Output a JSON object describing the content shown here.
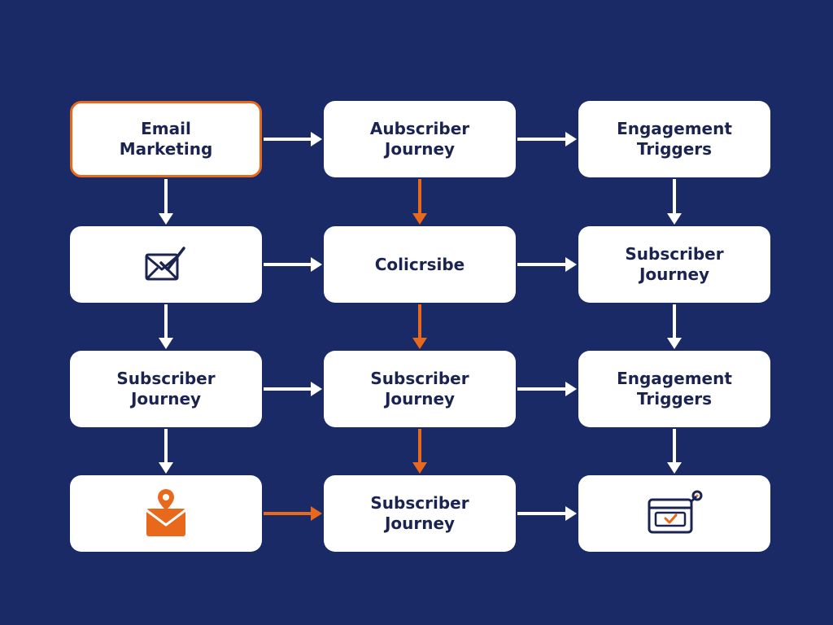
{
  "colors": {
    "background": "#1a2a66",
    "box": "#ffffff",
    "text": "#1b2450",
    "accent": "#e8681c",
    "arrow_default": "#ffffff"
  },
  "nodes": [
    {
      "label": "Email\nMarketing",
      "highlight": true
    },
    {
      "label": "Aubscriber\nJourney"
    },
    {
      "label": "Engagement\nTriggers"
    },
    {
      "icon": "envelope-check-icon"
    },
    {
      "label": "Colicrsibe"
    },
    {
      "label": "Subscriber\nJourney"
    },
    {
      "label": "Subscriber\nJourney"
    },
    {
      "label": "Subscriber\nJourney"
    },
    {
      "label": "Engagement\nTriggers"
    },
    {
      "icon": "envelope-pin-icon"
    },
    {
      "label": "Subscriber\nJourney"
    },
    {
      "icon": "browser-check-icon"
    }
  ],
  "edges": [
    {
      "from": 0,
      "to": 1,
      "color": "white"
    },
    {
      "from": 1,
      "to": 2,
      "color": "white"
    },
    {
      "from": 3,
      "to": 4,
      "color": "white"
    },
    {
      "from": 4,
      "to": 5,
      "color": "white"
    },
    {
      "from": 6,
      "to": 7,
      "color": "white"
    },
    {
      "from": 7,
      "to": 8,
      "color": "white"
    },
    {
      "from": 9,
      "to": 10,
      "color": "orange"
    },
    {
      "from": 10,
      "to": 11,
      "color": "white"
    },
    {
      "from": 0,
      "to": 3,
      "color": "white"
    },
    {
      "from": 3,
      "to": 6,
      "color": "white"
    },
    {
      "from": 6,
      "to": 9,
      "color": "white"
    },
    {
      "from": 1,
      "to": 4,
      "color": "orange"
    },
    {
      "from": 4,
      "to": 7,
      "color": "orange"
    },
    {
      "from": 7,
      "to": 10,
      "color": "orange"
    },
    {
      "from": 2,
      "to": 5,
      "color": "white"
    },
    {
      "from": 5,
      "to": 8,
      "color": "white"
    },
    {
      "from": 8,
      "to": 11,
      "color": "white"
    }
  ]
}
